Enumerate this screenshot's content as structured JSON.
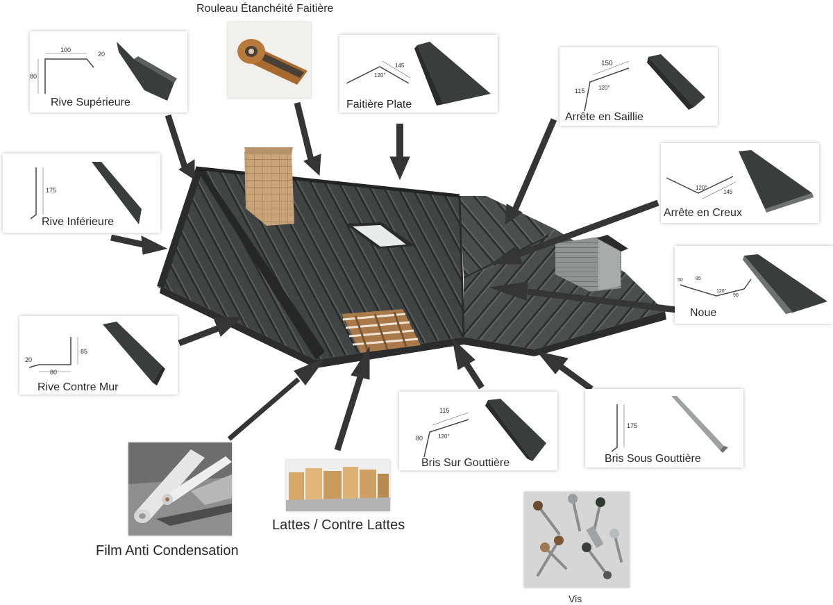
{
  "roof_components": {
    "rive_superieure": {
      "label": "Rive Supérieure",
      "dims": [
        "100",
        "20",
        "80"
      ]
    },
    "rouleau": {
      "label": "Rouleau Étanchéité Faitière"
    },
    "faitiere_plate": {
      "label": "Faitière Plate",
      "dims": [
        "145",
        "120°"
      ]
    },
    "arrete_saillie": {
      "label": "Arrête en Saillie",
      "dims": [
        "150",
        "115",
        "120°"
      ]
    },
    "arrete_creux": {
      "label": "Arrête en Creux",
      "dims": [
        "120°",
        "145"
      ]
    },
    "rive_inferieure": {
      "label": "Rive Inférieure",
      "dims": [
        "175"
      ]
    },
    "noue": {
      "label": "Noue",
      "dims": [
        "50",
        "85",
        "120°",
        "90"
      ]
    },
    "rive_contre_mur": {
      "label": "Rive Contre Mur",
      "dims": [
        "20",
        "80",
        "85"
      ]
    },
    "bris_sur_gouttiere": {
      "label": "Bris Sur Gouttière",
      "dims": [
        "115",
        "80",
        "120°"
      ]
    },
    "bris_sous_gouttiere": {
      "label": "Bris Sous Gouttière",
      "dims": [
        "175"
      ]
    },
    "film": {
      "label": "Film Anti Condensation"
    },
    "lattes": {
      "label": "Lattes / Contre Lattes"
    },
    "vis": {
      "label": "Vis"
    }
  },
  "colors": {
    "roof": "#3c3f3f",
    "roof_dark": "#2c2e2e",
    "arrow": "#353535",
    "flashing": "#3a3d3d",
    "chimney": "#c9a479"
  }
}
